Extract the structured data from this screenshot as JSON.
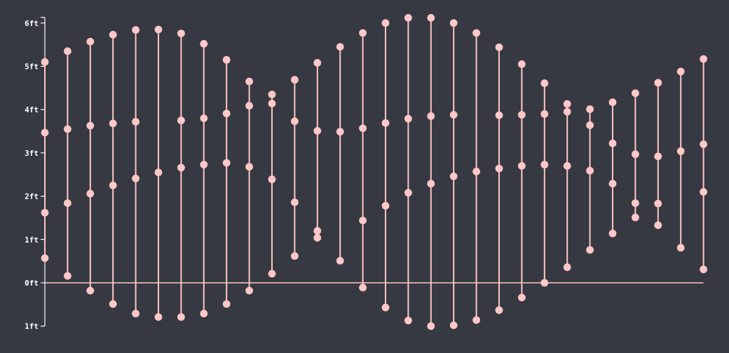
{
  "chart_data": {
    "type": "scatter",
    "title": "",
    "xlabel": "",
    "ylabel": "",
    "ylim": [
      -1,
      6
    ],
    "y_ticks": [
      {
        "value": 6,
        "label": "6ft"
      },
      {
        "value": 5,
        "label": "5ft"
      },
      {
        "value": 4,
        "label": "4ft"
      },
      {
        "value": 3,
        "label": "3ft"
      },
      {
        "value": 2,
        "label": "2ft"
      },
      {
        "value": 1,
        "label": "1ft"
      },
      {
        "value": 0,
        "label": "0ft"
      },
      {
        "value": -1,
        "label": "1ft"
      }
    ],
    "grid": false,
    "colors": {
      "background": "#363942",
      "axis": "#ffffff",
      "marks": "#ffc7c7"
    },
    "columns": [
      [
        5.1,
        3.47,
        1.62,
        0.57
      ],
      [
        5.35,
        3.55,
        1.84,
        0.16
      ],
      [
        5.57,
        3.63,
        2.06,
        -0.18
      ],
      [
        5.73,
        3.68,
        2.25,
        -0.49
      ],
      [
        5.84,
        3.72,
        2.41,
        -0.71
      ],
      [
        5.85,
        2.55,
        -0.79
      ],
      [
        5.76,
        3.75,
        2.66,
        -0.79
      ],
      [
        5.52,
        3.8,
        2.73,
        -0.71
      ],
      [
        5.15,
        3.91,
        2.77,
        -0.49
      ],
      [
        4.65,
        4.09,
        2.68,
        -0.18
      ],
      [
        4.35,
        4.14,
        2.39,
        0.21
      ],
      [
        4.69,
        3.73,
        1.86,
        0.62
      ],
      [
        5.08,
        3.51,
        1.2,
        1.04
      ],
      [
        5.45,
        3.49,
        0.51
      ],
      [
        5.77,
        3.57,
        1.44,
        -0.11
      ],
      [
        6.0,
        3.69,
        1.78,
        -0.57
      ],
      [
        6.12,
        3.79,
        2.08,
        -0.87
      ],
      [
        6.12,
        3.85,
        2.29,
        -1.0
      ],
      [
        6.0,
        3.88,
        2.46,
        -0.98
      ],
      [
        5.77,
        2.57,
        -0.86
      ],
      [
        5.44,
        3.87,
        2.64,
        -0.63
      ],
      [
        5.05,
        3.88,
        2.7,
        -0.34
      ],
      [
        4.61,
        3.9,
        2.73,
        0.0
      ],
      [
        4.13,
        3.95,
        2.7,
        0.36
      ],
      [
        4.01,
        3.64,
        2.59,
        0.76
      ],
      [
        4.17,
        3.22,
        2.29,
        1.14
      ],
      [
        4.38,
        2.97,
        1.84,
        1.51
      ],
      [
        4.62,
        2.92,
        1.83,
        1.33
      ],
      [
        4.88,
        3.04,
        0.81
      ],
      [
        5.17,
        3.2,
        2.1,
        0.31
      ]
    ]
  }
}
